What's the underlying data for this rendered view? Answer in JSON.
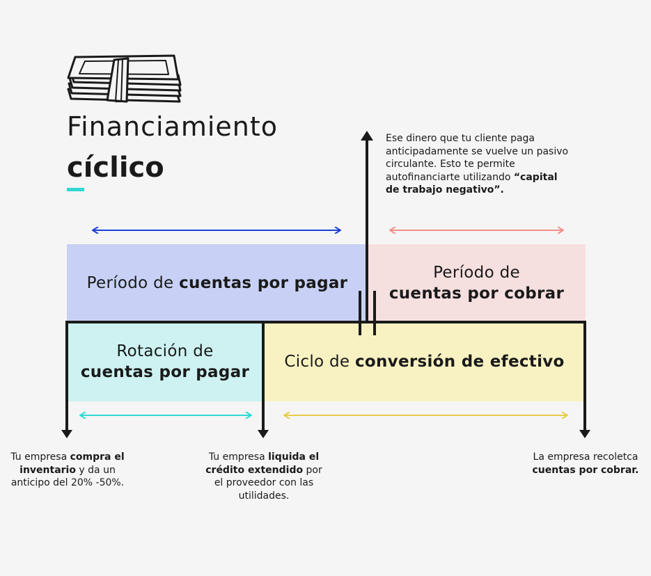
{
  "title": {
    "line1": "Financiamiento",
    "line2": "cíclico"
  },
  "boxes": {
    "cuentas_por_pagar": {
      "prefix": "Período de ",
      "bold": "cuentas por pagar"
    },
    "cuentas_por_cobrar": {
      "line1": "Período de",
      "bold": "cuentas por cobrar"
    },
    "rotacion": {
      "line1": "Rotación de",
      "bold": "cuentas por pagar"
    },
    "ciclo": {
      "prefix": "Ciclo de ",
      "bold": "conversión de efectivo"
    }
  },
  "notes": {
    "top": {
      "text": "Ese dinero que tu cliente paga anticipadamente se vuelve un pasivo circulante. Esto te permite autofinanciarte utilizando ",
      "bold": "“capital de trabajo negativo”."
    },
    "left": {
      "t1": "Tu empresa ",
      "b1": "compra el inventario",
      "t2": " y da un anticipo del 20% -50%."
    },
    "middle": {
      "t1": "Tu empresa ",
      "b1": "liquida el crédito extendido",
      "t2": " por el proveedor con las utilidades."
    },
    "right": {
      "t1": "La empresa recoletca ",
      "b1": "cuentas por cobrar."
    }
  },
  "colors": {
    "blue_arrow": "#1a3fd6",
    "pink_arrow": "#f08f8a",
    "cyan_arrow": "#2ed9d4",
    "yellow_arrow": "#e8cc4a",
    "accent": "#2ed9d4"
  },
  "icons": {
    "money": "money-stack-icon"
  }
}
